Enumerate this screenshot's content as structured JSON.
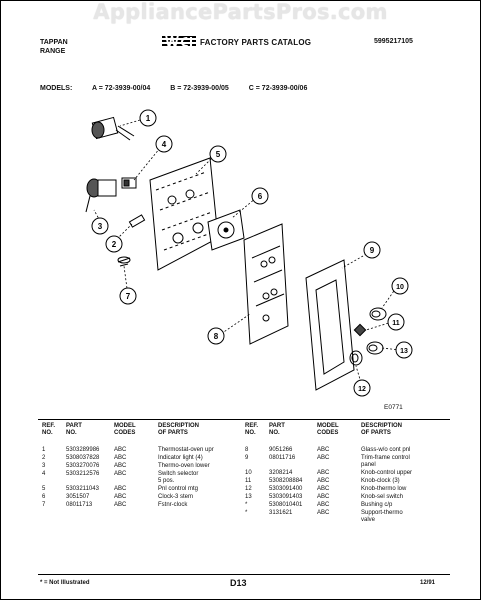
{
  "watermark": "AppliancePartsPros.com",
  "header": {
    "brand_line1": "TAPPAN",
    "brand_line2": "RANGE",
    "catalog_title": "FACTORY PARTS CATALOG",
    "doc_number": "5995217105"
  },
  "models": {
    "label": "MODELS:",
    "a": "A = 72-3939-00/04",
    "b": "B = 72-3939-00/05",
    "c": "C = 72-3939-00/06"
  },
  "diagram": {
    "callouts": [
      "1",
      "2",
      "3",
      "4",
      "5",
      "6",
      "7",
      "8",
      "9",
      "10",
      "11",
      "12",
      "13"
    ],
    "figure_code": "E0771"
  },
  "table": {
    "headers": {
      "ref": "REF.\nNO.",
      "part": "PART\nNO.",
      "model": "MODEL\nCODES",
      "desc": "DESCRIPTION\nOF PARTS"
    },
    "left_rows": [
      {
        "ref": "1",
        "part": "5303289986",
        "model": "ABC",
        "desc": "Thermostat-oven upr"
      },
      {
        "ref": "2",
        "part": "5308037828",
        "model": "ABC",
        "desc": "Indicator light (4)"
      },
      {
        "ref": "3",
        "part": "5303270076",
        "model": "ABC",
        "desc": "Thermo-oven lower"
      },
      {
        "ref": "4",
        "part": "5303212576",
        "model": "ABC",
        "desc": "Switch selector\n5 pos."
      },
      {
        "ref": "5",
        "part": "5303211043",
        "model": "ABC",
        "desc": "Pnl control mtg"
      },
      {
        "ref": "6",
        "part": "3051507",
        "model": "ABC",
        "desc": "Clock-3 stem"
      },
      {
        "ref": "7",
        "part": "08011713",
        "model": "ABC",
        "desc": "Fstnr-clock"
      }
    ],
    "right_rows": [
      {
        "ref": "8",
        "part": "9051266",
        "model": "ABC",
        "desc": "Glass-w/o cont pnl"
      },
      {
        "ref": "9",
        "part": "08011716",
        "model": "ABC",
        "desc": "Trim-frame control\npanel"
      },
      {
        "ref": "10",
        "part": "3208214",
        "model": "ABC",
        "desc": "Knob-control upper"
      },
      {
        "ref": "11",
        "part": "5308208884",
        "model": "ABC",
        "desc": "Knob-clock (3)"
      },
      {
        "ref": "12",
        "part": "5303091400",
        "model": "ABC",
        "desc": "Knob-thermo low"
      },
      {
        "ref": "13",
        "part": "5303091403",
        "model": "ABC",
        "desc": "Knob-sel switch"
      },
      {
        "ref": "*",
        "part": "5308010401",
        "model": "ABC",
        "desc": "Bushing c/p"
      },
      {
        "ref": "*",
        "part": "3131621",
        "model": "ABC",
        "desc": "Support-thermo\nvalve"
      }
    ]
  },
  "footer": {
    "note": "* = Not Illustrated",
    "page": "D13",
    "date": "12/91"
  }
}
